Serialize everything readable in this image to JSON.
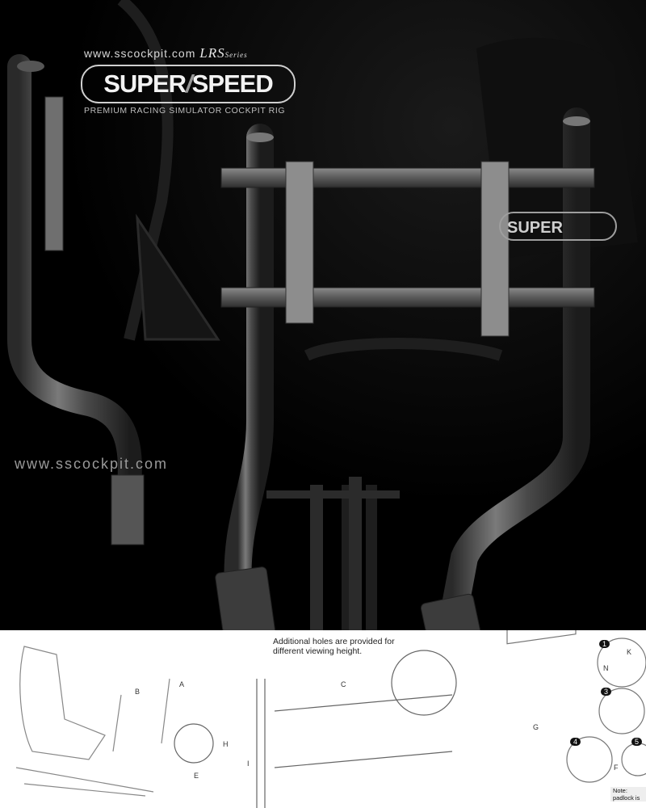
{
  "brand": {
    "url": "www.sscockpit.com",
    "series_main": "LRS",
    "series_suffix": "Series",
    "name_left": "SUPER",
    "name_right": "SPEED",
    "tagline": "PREMIUM RACING SIMULATOR COCKPIT RIG"
  },
  "watermark": "www.sscockpit.com",
  "mini_logo": "SUPER",
  "assembly": {
    "note": "Additional holes are provided for different viewing height.",
    "labels": {
      "a": "A",
      "b": "B",
      "c": "C",
      "e": "E",
      "h": "H",
      "i": "I",
      "g": "G",
      "k": "K",
      "n": "N",
      "f": "F"
    },
    "steps": [
      "1",
      "3",
      "4",
      "5"
    ],
    "footnote": "Note: padlock is"
  },
  "colors": {
    "background": "#000000",
    "steel": "#6b6b6b",
    "diagram_bg": "#ffffff"
  }
}
